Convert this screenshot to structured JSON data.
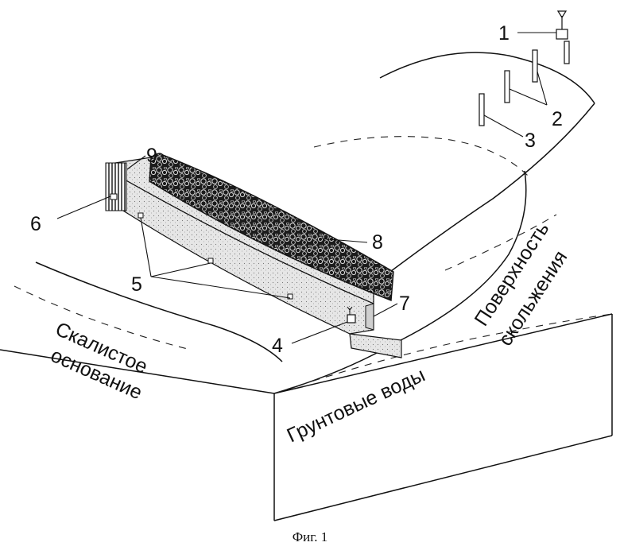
{
  "callouts": {
    "n1": "1",
    "n2": "2",
    "n3": "3",
    "n4": "4",
    "n5": "5",
    "n6": "6",
    "n7": "7",
    "n8": "8",
    "n9": "9"
  },
  "labels": {
    "bedrock_line1": "Скалистое",
    "bedrock_line2": "основание",
    "groundwater": "Грунтовые воды",
    "slip_line1": "Поверхность",
    "slip_line2": "скольжения"
  },
  "caption": "Фиг. 1",
  "colors": {
    "line": "#111111",
    "concrete": "#dcdcdc",
    "gravel": "#2a2a2a"
  }
}
